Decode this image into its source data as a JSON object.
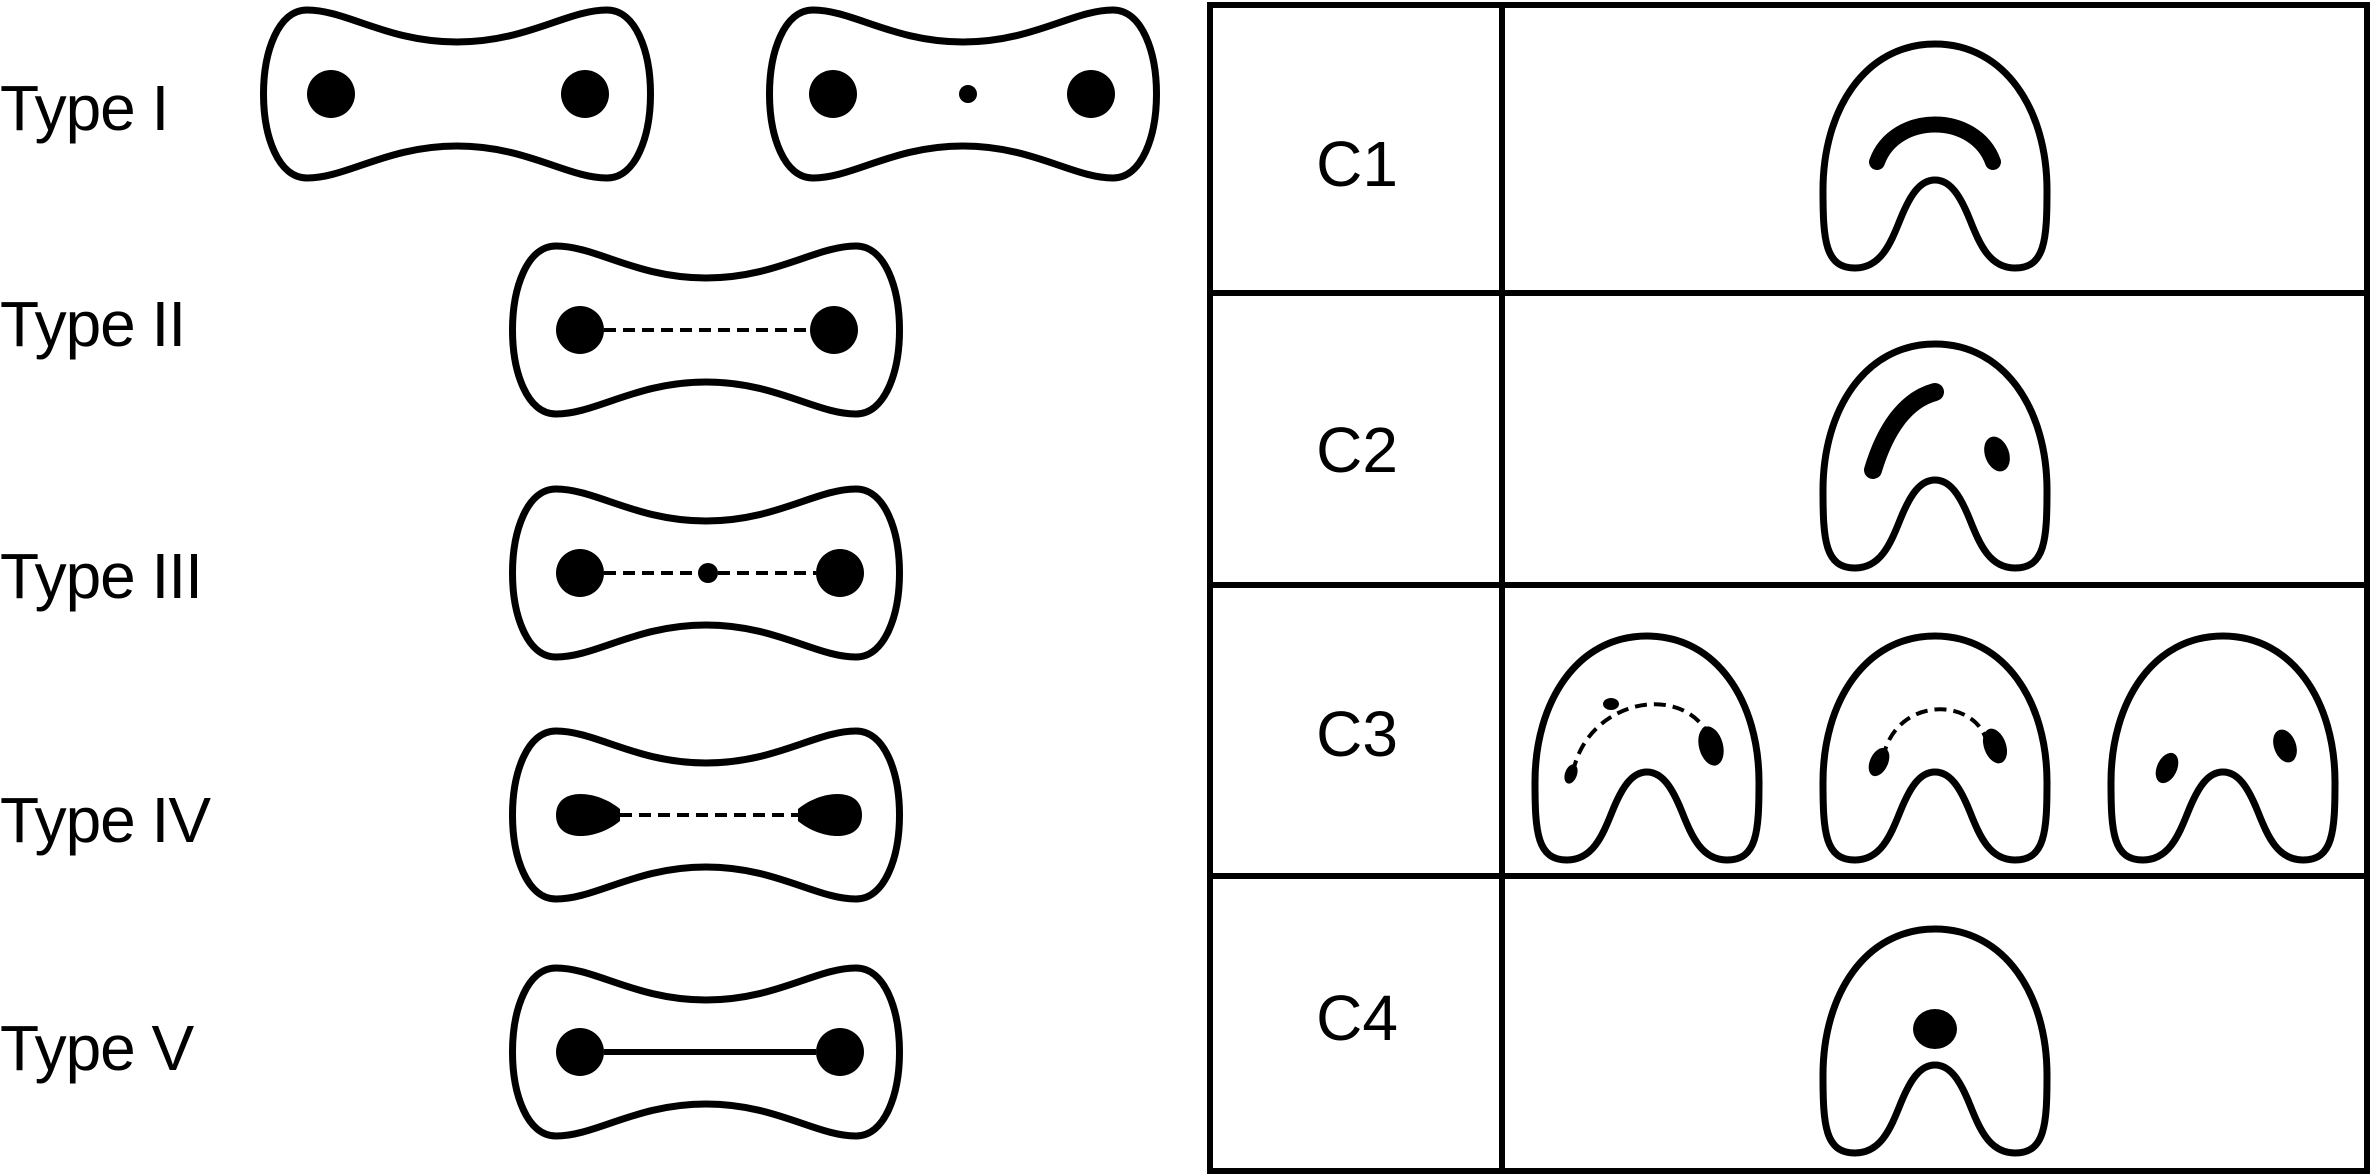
{
  "left_panel": {
    "types": [
      {
        "label": "Type I"
      },
      {
        "label": "Type II"
      },
      {
        "label": "Type III"
      },
      {
        "label": "Type IV"
      },
      {
        "label": "Type V"
      }
    ]
  },
  "right_table": {
    "rows": [
      {
        "label": "C1"
      },
      {
        "label": "C2"
      },
      {
        "label": "C3"
      },
      {
        "label": "C4"
      }
    ]
  }
}
